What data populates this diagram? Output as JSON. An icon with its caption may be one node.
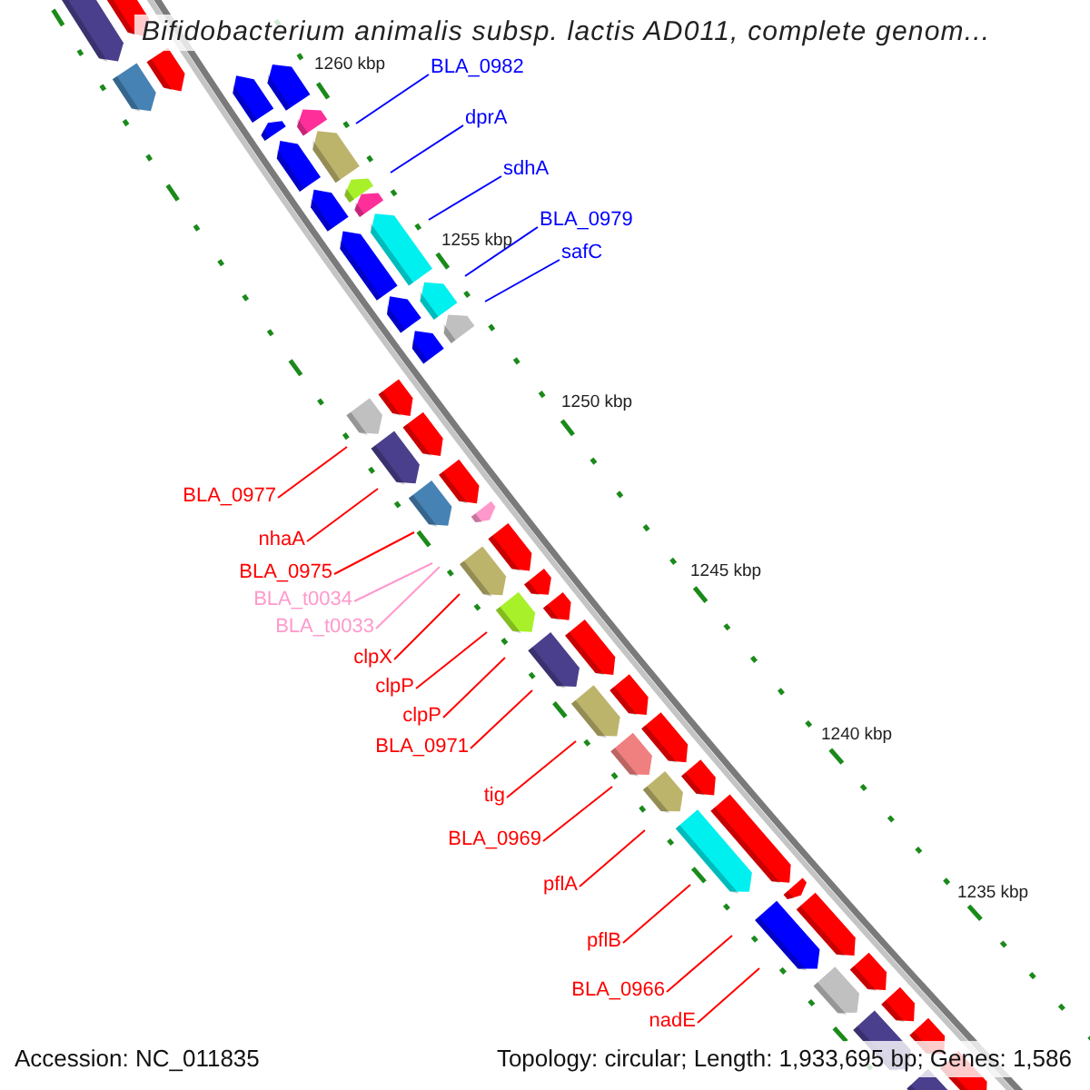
{
  "diagram": {
    "title": "Bifidobacterium animalis subsp. lactis AD011, complete genom...",
    "nodes": [
      {
        "text": [
          "BLA_0982"
        ]
      },
      {
        "text": [
          "dprA"
        ]
      },
      {
        "text": [
          "sdhA"
        ]
      },
      {
        "text": [
          "BLA_0979"
        ]
      },
      {
        "text": [
          "safC"
        ]
      },
      {
        "text": [
          "BLA_0977"
        ]
      },
      {
        "text": [
          "nhaA"
        ]
      },
      {
        "text": [
          "BLA_0975"
        ]
      },
      {
        "text": [
          "BLA_t0034"
        ]
      },
      {
        "text": [
          "BLA_t0033"
        ]
      },
      {
        "text": [
          "clpX"
        ]
      },
      {
        "text": [
          "clpP"
        ]
      },
      {
        "text": [
          "clpP"
        ]
      },
      {
        "text": [
          "BLA_0971"
        ]
      },
      {
        "text": [
          "tig"
        ]
      },
      {
        "text": [
          "BLA_0969"
        ]
      },
      {
        "text": [
          "pflA"
        ]
      },
      {
        "text": [
          "pflB"
        ]
      },
      {
        "text": [
          "BLA_0966"
        ]
      },
      {
        "text": [
          "nadE"
        ]
      }
    ],
    "edges": [
      {
        "from": 0,
        "to": null,
        "arrow": "none",
        "color": "#0000ff"
      },
      {
        "from": 1,
        "to": null,
        "arrow": "none",
        "color": "#0000ff"
      },
      {
        "from": 2,
        "to": null,
        "arrow": "none",
        "color": "#0000ff"
      },
      {
        "from": 3,
        "to": null,
        "arrow": "none",
        "color": "#0000ff"
      },
      {
        "from": 4,
        "to": null,
        "arrow": "none",
        "color": "#0000ff"
      },
      {
        "from": 5,
        "to": null,
        "arrow": "none"
      },
      {
        "from": 6,
        "to": null,
        "arrow": "none"
      },
      {
        "from": 7,
        "to": null,
        "arrow": "none"
      },
      {
        "from": 8,
        "to": null,
        "arrow": "none",
        "color": "#ff99cc"
      },
      {
        "from": 9,
        "to": null,
        "arrow": "none",
        "color": "#ff99cc"
      },
      {
        "from": 10,
        "to": null,
        "arrow": "none"
      },
      {
        "from": 11,
        "to": null,
        "arrow": "none"
      },
      {
        "from": 12,
        "to": null,
        "arrow": "none"
      },
      {
        "from": 13,
        "to": null,
        "arrow": "none"
      },
      {
        "from": 14,
        "to": null,
        "arrow": "none"
      },
      {
        "from": 15,
        "to": null,
        "arrow": "none"
      },
      {
        "from": 16,
        "to": null,
        "arrow": "none"
      },
      {
        "from": 17,
        "to": null,
        "arrow": "none"
      },
      {
        "from": 18,
        "to": null,
        "arrow": "none"
      },
      {
        "from": 19,
        "to": null,
        "arrow": "none"
      }
    ],
    "labels": [
      "1260 kbp",
      "1255 kbp",
      "1250 kbp",
      "1245 kbp",
      "1240 kbp",
      "1235 kbp",
      "Accession: NC_011835",
      "Topology: circular; Length: 1,933,695 bp; Genes: 1,586"
    ]
  }
}
